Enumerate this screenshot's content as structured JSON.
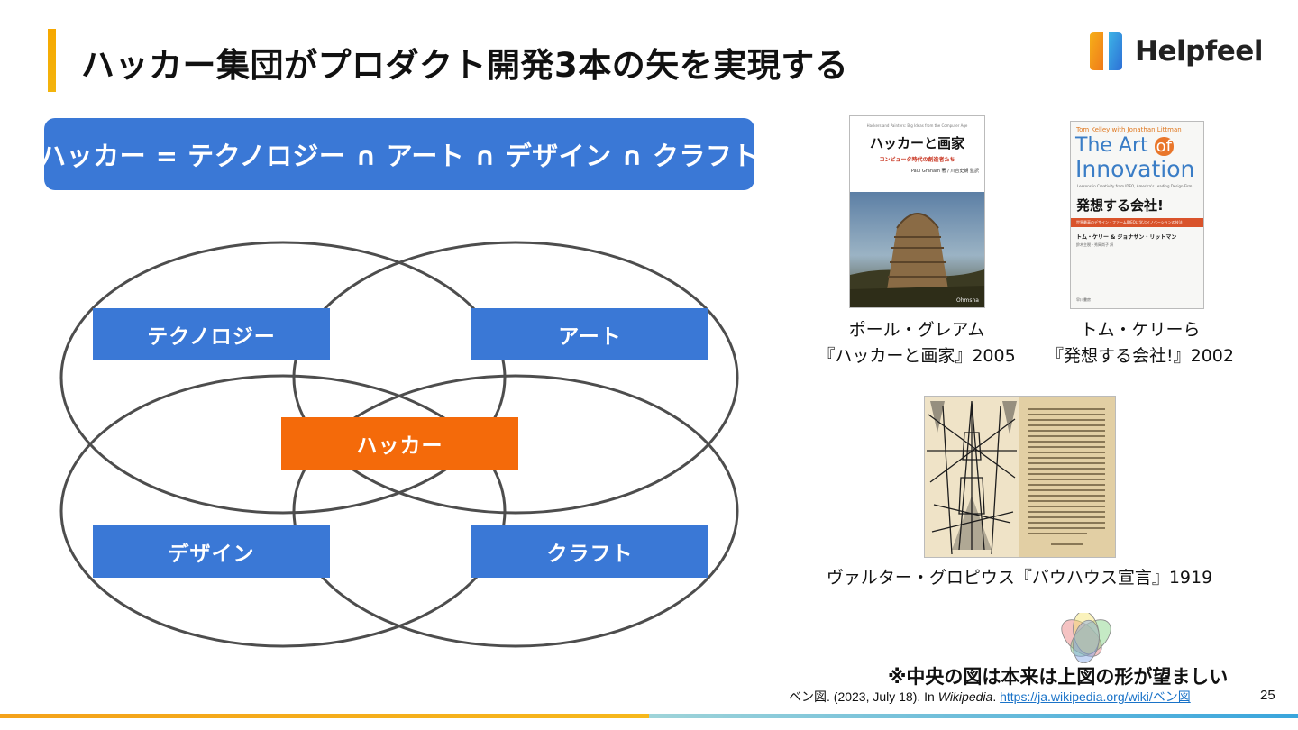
{
  "slide": {
    "title": "ハッカー集団がプロダクト開発3本の矢を実現する",
    "page_number": "25"
  },
  "logo": {
    "text": "Helpfeel"
  },
  "formula": "ハッカー = テクノロジー ∩ アート ∩ デザイン ∩ クラフト",
  "venn": {
    "labels": {
      "technology": "テクノロジー",
      "art": "アート",
      "design": "デザイン",
      "craft": "クラフト",
      "hacker": "ハッカー"
    }
  },
  "books": [
    {
      "cover_header": "Hackers and Painters: Big Ideas from the Computer Age",
      "cover_title": "ハッカーと画家",
      "cover_subtitle": "コンピュータ時代の創造者たち",
      "cover_author": "Paul Graham 著 / 川合史朗 監訳",
      "cover_publisher": "Ohmsha",
      "caption_line1": "ポール・グレアム",
      "caption_line2": "『ハッカーと画家』2005"
    },
    {
      "cover_author_line": "Tom Kelley with Jonathan Littman",
      "cover_title_a": "The Art ",
      "cover_title_of": "of",
      "cover_title_b": "Innovation",
      "cover_tagline": "Lessons in Creativity from IDEO, America's Leading Design Firm",
      "cover_jp_title": "発想する会社!",
      "cover_jp_band": "世界最高のデザイン・ファームIDEOに学ぶイノベーションの技法",
      "cover_jp_authors": "トム・ケリー & ジョナサン・リットマン",
      "cover_translators": "鈴木主税・秀岡尚子 訳",
      "cover_publisher": "早川書房",
      "caption_line1": "トム・ケリーら",
      "caption_line2": "『発想する会社!』2002"
    },
    {
      "caption_line1": "ヴァルター・グロピウス『バウハウス宣言』1919"
    }
  ],
  "note": "※中央の図は本来は上図の形が望ましい",
  "citation": {
    "prefix": "ベン図. (2023, July 18). In ",
    "source": "Wikipedia",
    "sep": ". ",
    "url": "https://ja.wikipedia.org/wiki/ベン図"
  },
  "colors": {
    "accent_yellow": "#f6a800",
    "brand_blue": "#3a78d6",
    "hacker_orange": "#f46a0a",
    "ellipse_stroke": "#4d4d4d",
    "link_blue": "#1a73c8"
  }
}
